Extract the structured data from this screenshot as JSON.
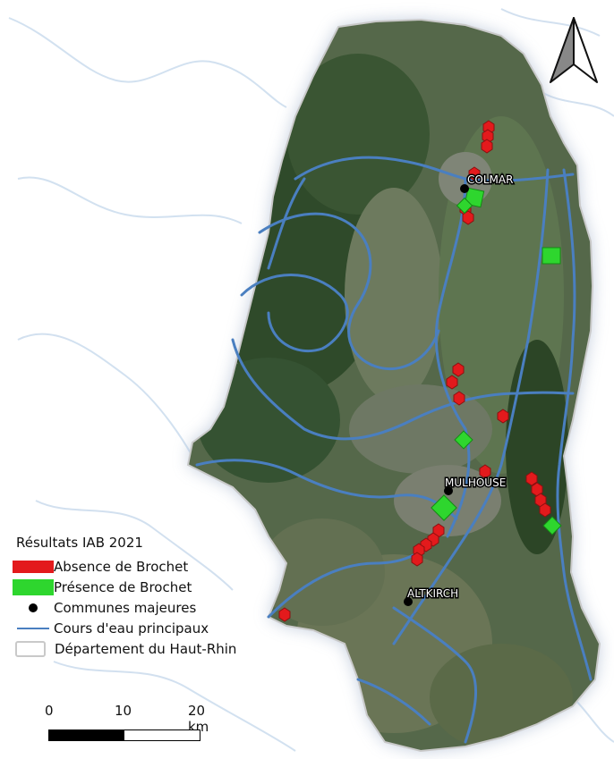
{
  "map": {
    "colors": {
      "river": "#4a7fc0",
      "absence": "#e31a1c",
      "presence": "#2ed62e",
      "commune": "#000000",
      "department_border": "#c9c9c9"
    },
    "communes": [
      {
        "name": "COLMAR"
      },
      {
        "name": "MULHOUSE"
      },
      {
        "name": "ALTKIRCH"
      }
    ],
    "north_arrow": {
      "icon": "north-arrow-icon"
    }
  },
  "legend": {
    "title": "Résultats IAB 2021",
    "items": [
      {
        "label": "Absence de Brochet"
      },
      {
        "label": "Présence de Brochet"
      },
      {
        "label": "Communes majeures"
      },
      {
        "label": "Cours d'eau principaux"
      },
      {
        "label": "Département du Haut-Rhin"
      }
    ]
  },
  "scalebar": {
    "ticks": [
      "0",
      "10",
      "20 km"
    ]
  }
}
